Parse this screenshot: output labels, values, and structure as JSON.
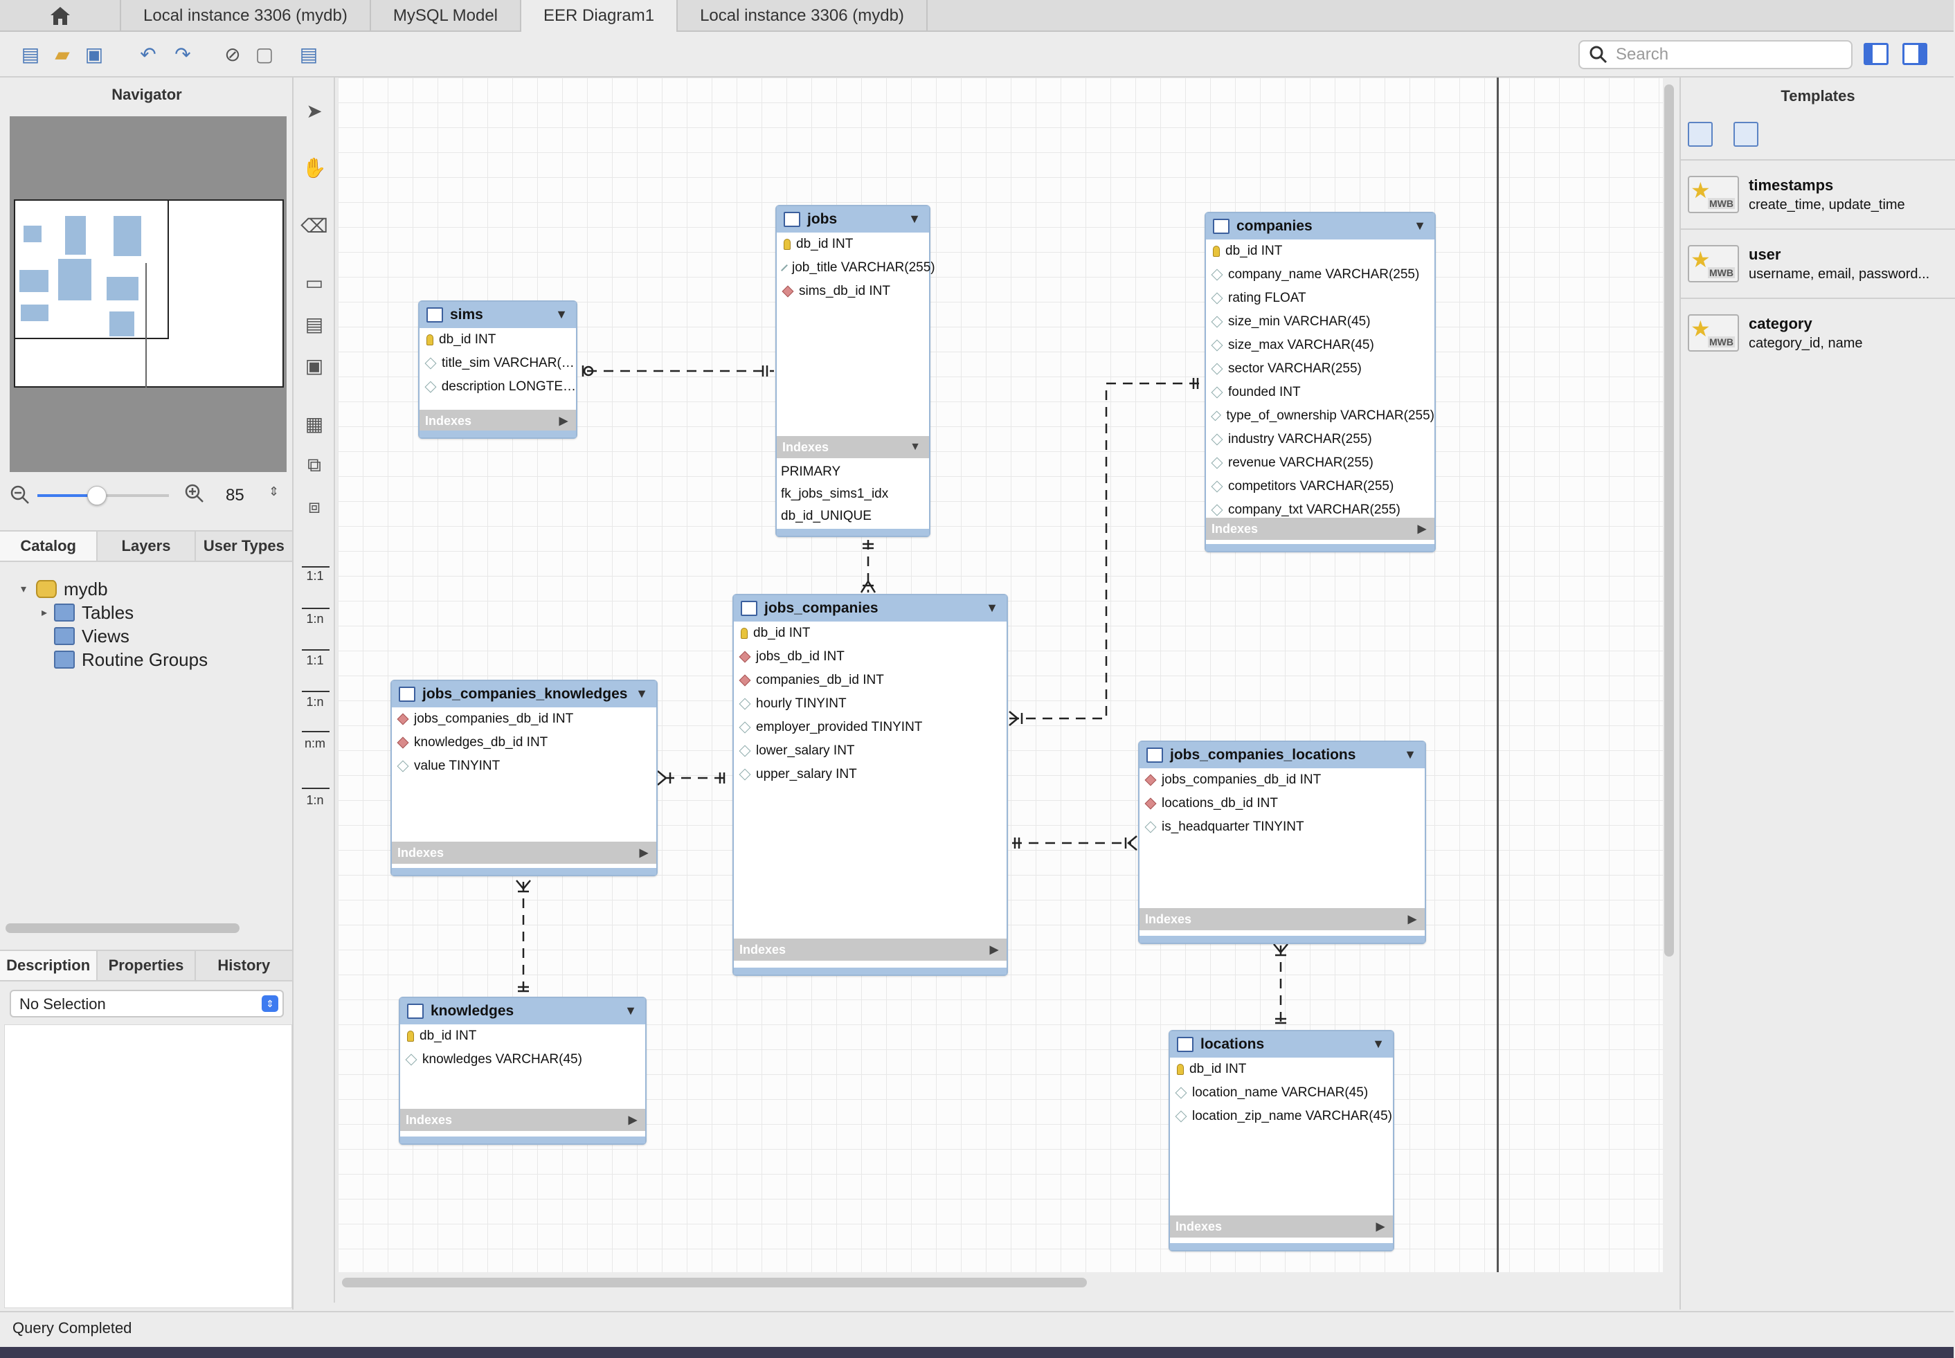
{
  "tabs": {
    "home": "home",
    "items": [
      "Local instance 3306 (mydb)",
      "MySQL Model",
      "EER Diagram1",
      "Local instance 3306 (mydb)"
    ],
    "active_index": 2
  },
  "toolbar": {
    "search_placeholder": "Search"
  },
  "navigator": {
    "title": "Navigator",
    "zoom_value": "85",
    "zoom_level": 0.45
  },
  "catalog": {
    "tabs": [
      "Catalog",
      "Layers",
      "User Types"
    ],
    "tree": {
      "schema": "mydb",
      "children": [
        "Tables",
        "Views",
        "Routine Groups"
      ]
    }
  },
  "properties": {
    "tabs": [
      "Description",
      "Properties",
      "History"
    ],
    "selection": "No Selection"
  },
  "palette": {
    "relations": [
      "1:1",
      "1:n",
      "1:1",
      "1:n",
      "n:m",
      "1:n"
    ]
  },
  "diagram": {
    "indexes_label": "Indexes",
    "tables": [
      {
        "name": "sims",
        "columns": [
          {
            "key": "pk",
            "text": "db_id INT"
          },
          {
            "key": "col",
            "text": "title_sim VARCHAR(…"
          },
          {
            "key": "col",
            "text": "description LONGTE…"
          }
        ]
      },
      {
        "name": "jobs",
        "columns": [
          {
            "key": "pk",
            "text": "db_id INT"
          },
          {
            "key": "col",
            "text": "job_title VARCHAR(255)"
          },
          {
            "key": "fk",
            "text": "sims_db_id INT"
          }
        ],
        "indexes": [
          "PRIMARY",
          "fk_jobs_sims1_idx",
          "db_id_UNIQUE"
        ]
      },
      {
        "name": "companies",
        "columns": [
          {
            "key": "pk",
            "text": "db_id INT"
          },
          {
            "key": "col",
            "text": "company_name VARCHAR(255)"
          },
          {
            "key": "col",
            "text": "rating FLOAT"
          },
          {
            "key": "col",
            "text": "size_min VARCHAR(45)"
          },
          {
            "key": "col",
            "text": "size_max VARCHAR(45)"
          },
          {
            "key": "col",
            "text": "sector VARCHAR(255)"
          },
          {
            "key": "col",
            "text": "founded INT"
          },
          {
            "key": "col",
            "text": "type_of_ownership VARCHAR(255)"
          },
          {
            "key": "col",
            "text": "industry VARCHAR(255)"
          },
          {
            "key": "col",
            "text": "revenue VARCHAR(255)"
          },
          {
            "key": "col",
            "text": "competitors VARCHAR(255)"
          },
          {
            "key": "col",
            "text": "company_txt VARCHAR(255)"
          }
        ]
      },
      {
        "name": "jobs_companies",
        "columns": [
          {
            "key": "pk",
            "text": "db_id INT"
          },
          {
            "key": "fk",
            "text": "jobs_db_id INT"
          },
          {
            "key": "fk",
            "text": "companies_db_id INT"
          },
          {
            "key": "col",
            "text": "hourly TINYINT"
          },
          {
            "key": "col",
            "text": "employer_provided TINYINT"
          },
          {
            "key": "col",
            "text": "lower_salary INT"
          },
          {
            "key": "col",
            "text": "upper_salary INT"
          }
        ]
      },
      {
        "name": "jobs_companies_knowledges",
        "columns": [
          {
            "key": "fk",
            "text": "jobs_companies_db_id INT"
          },
          {
            "key": "fk",
            "text": "knowledges_db_id INT"
          },
          {
            "key": "col",
            "text": "value TINYINT"
          }
        ]
      },
      {
        "name": "jobs_companies_locations",
        "columns": [
          {
            "key": "fk",
            "text": "jobs_companies_db_id INT"
          },
          {
            "key": "fk",
            "text": "locations_db_id INT"
          },
          {
            "key": "col",
            "text": "is_headquarter TINYINT"
          }
        ]
      },
      {
        "name": "knowledges",
        "columns": [
          {
            "key": "pk",
            "text": "db_id INT"
          },
          {
            "key": "col",
            "text": "knowledges VARCHAR(45)"
          }
        ]
      },
      {
        "name": "locations",
        "columns": [
          {
            "key": "pk",
            "text": "db_id INT"
          },
          {
            "key": "col",
            "text": "location_name VARCHAR(45)"
          },
          {
            "key": "col",
            "text": "location_zip_name VARCHAR(45)"
          }
        ]
      }
    ]
  },
  "templates": {
    "title": "Templates",
    "items": [
      {
        "name": "timestamps",
        "desc": "create_time, update_time"
      },
      {
        "name": "user",
        "desc": "username, email, password..."
      },
      {
        "name": "category",
        "desc": "category_id, name"
      }
    ],
    "badge": "MWB"
  },
  "status": {
    "text": "Query Completed"
  }
}
